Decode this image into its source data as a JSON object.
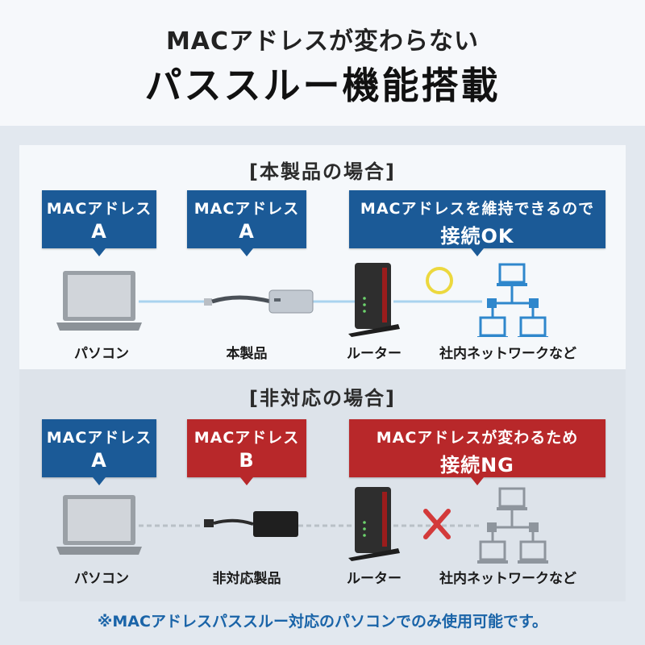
{
  "header": {
    "subtitle": "MACアドレスが変わらない",
    "title": "パススルー機能搭載"
  },
  "supported": {
    "section_title": "[本製品の場合]",
    "bubbles": [
      {
        "line1": "MACアドレス",
        "line2": "A",
        "color": "#1b5a97"
      },
      {
        "line1": "MACアドレス",
        "line2": "A",
        "color": "#1b5a97"
      },
      {
        "line1": "MACアドレスを維持できるので",
        "line2": "接続OK",
        "color": "#1b5a97"
      }
    ],
    "labels": {
      "pc": "パソコン",
      "adapter": "本製品",
      "router": "ルーター",
      "network": "社内ネットワークなど"
    },
    "status_icon": "circle-ok-icon"
  },
  "unsupported": {
    "section_title": "[非対応の場合]",
    "bubbles": [
      {
        "line1": "MACアドレス",
        "line2": "A",
        "color": "#1b5a97"
      },
      {
        "line1": "MACアドレス",
        "line2": "B",
        "color": "#b8282a"
      },
      {
        "line1": "MACアドレスが変わるため",
        "line2": "接続NG",
        "color": "#b8282a"
      }
    ],
    "labels": {
      "pc": "パソコン",
      "adapter": "非対応製品",
      "router": "ルーター",
      "network": "社内ネットワークなど"
    },
    "status_icon": "cross-ng-icon"
  },
  "footnote": "※MACアドレスパススルー対応のパソコンでのみ使用可能です。"
}
